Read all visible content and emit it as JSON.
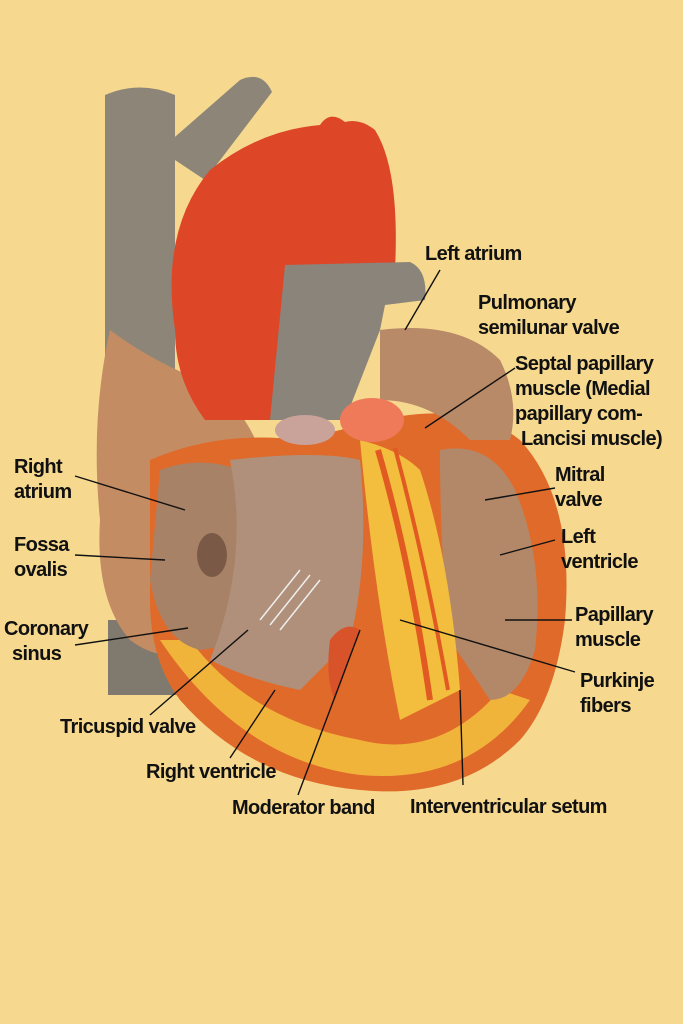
{
  "title": "Heart anatomy (interior view)",
  "colors": {
    "background": "#f6d98f",
    "aorta": "#e0452a",
    "vessel": "#8a8478",
    "muscle": "#c48a5e",
    "septum": "#f0b43a",
    "myocardium": "#e06a2a"
  },
  "labels": {
    "left_atrium": "Left atrium",
    "pulmonary_valve": [
      "Pulmonary",
      "semilunar valve"
    ],
    "septal_papillary": [
      "Septal papillary",
      "muscle (Medial",
      "papillary com-",
      "Lancisi muscle)"
    ],
    "mitral_valve": [
      "Mitral",
      "valve"
    ],
    "left_ventricle": [
      "Left",
      "ventricle"
    ],
    "papillary_muscle": [
      "Papillary",
      "muscle"
    ],
    "purkinje": [
      "Purkinje",
      "fibers"
    ],
    "interventricular": "Interventricular setum",
    "moderator_band": "Moderator band",
    "right_ventricle": "Right ventricle",
    "tricuspid_valve": "Tricuspid valve",
    "coronary_sinus": [
      "Coronary",
      "sinus"
    ],
    "fossa_ovalis": [
      "Fossa",
      "ovalis"
    ],
    "right_atrium": [
      "Right",
      "atrium"
    ]
  }
}
